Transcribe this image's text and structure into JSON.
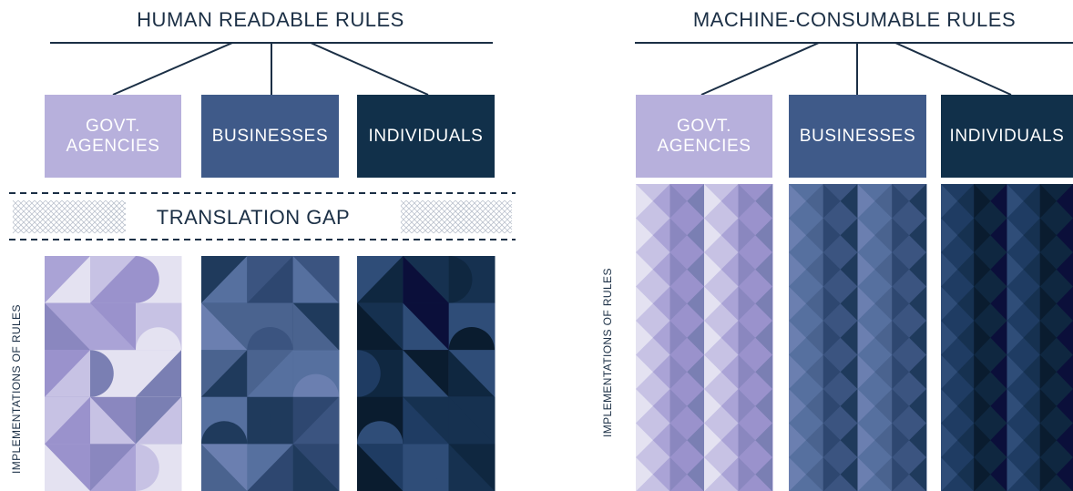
{
  "left_panel": {
    "title": "HUMAN READABLE RULES",
    "boxes": [
      {
        "label": "GOVT.\nAGENCIES",
        "color": "#b7b0dc",
        "text_color": "#ffffff"
      },
      {
        "label": "BUSINESSES",
        "color": "#3f5a89"
      },
      {
        "label": "INDIVIDUALS",
        "color": "#11304a"
      }
    ],
    "gap_label": "TRANSLATION GAP",
    "side_label": "IMPLEMENTATIONS OF RULES"
  },
  "right_panel": {
    "title": "MACHINE-CONSUMABLE RULES",
    "boxes": [
      {
        "label": "GOVT.\nAGENCIES",
        "color": "#b7b0dc"
      },
      {
        "label": "BUSINESSES",
        "color": "#3f5a89"
      },
      {
        "label": "INDIVIDUALS",
        "color": "#11304a"
      }
    ],
    "side_label": "IMPLEMENTATIONS OF RULES"
  },
  "palettes": {
    "govt": [
      "#e4e2f1",
      "#c7c2e4",
      "#aaa3d6",
      "#9a92cc",
      "#8a87bf",
      "#7a7fb3"
    ],
    "business": [
      "#6b7fb0",
      "#56709f",
      "#4a638f",
      "#3b5480",
      "#2e4770",
      "#1f3a5c"
    ],
    "individual": [
      "#2f4d78",
      "#1f3c63",
      "#163150",
      "#0f2740",
      "#0a1c2f",
      "#0b0f3a"
    ]
  },
  "line_color": "#1b2f45"
}
